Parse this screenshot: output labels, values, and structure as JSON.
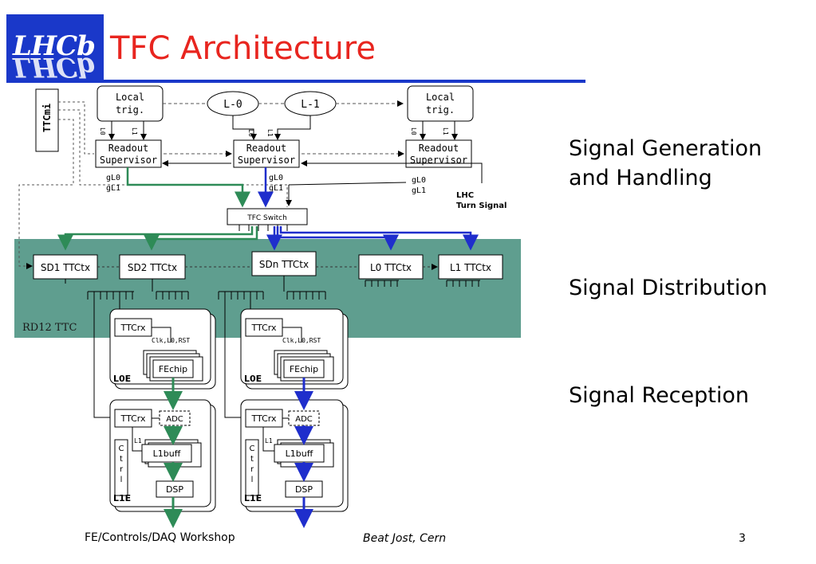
{
  "logo": {
    "text": "LHCb"
  },
  "title": "TFC Architecture",
  "labels": {
    "signal_generation": "Signal Generation and Handling",
    "signal_distribution": "Signal Distribution",
    "signal_reception": "Signal Reception"
  },
  "diagram": {
    "ttcmi": "TTCmi",
    "local_trig": [
      "Local",
      "trig."
    ],
    "l0": "L-0",
    "l1": "L-1",
    "rs": [
      "Readout",
      "Supervisor"
    ],
    "l0_tag": "L0",
    "l1_tag": "L1",
    "gl0": "gL0",
    "gl1": "gL1",
    "lhc_turn": [
      "LHC",
      "Turn Signal"
    ],
    "tfc_switch": "TFC Switch",
    "sd1": "SD1 TTCtx",
    "sd2": "SD2 TTCtx",
    "sdn": "SDn TTCtx",
    "l0ttc": "L0 TTCtx",
    "l1ttc": "L1 TTCtx",
    "rd12": "RD12 TTC",
    "ttcrx": "TTCrx",
    "clk": "Clk,L0,RST",
    "fechip": "FEchip",
    "l0e": "L0E",
    "adc": "ADC",
    "l1buff": "L1buff",
    "ctrl": "C t r l",
    "dsp": "DSP",
    "l1e": "L1E",
    "l1_small": "L1"
  },
  "colors": {
    "green": "#2e8b57",
    "blue": "#1f2ecc",
    "band": "#5f9e8f",
    "title": "#e8251f",
    "rule": "#1a38c9"
  },
  "footer": {
    "left": "FE/Controls/DAQ Workshop",
    "center": "Beat Jost, Cern",
    "page": "3"
  }
}
